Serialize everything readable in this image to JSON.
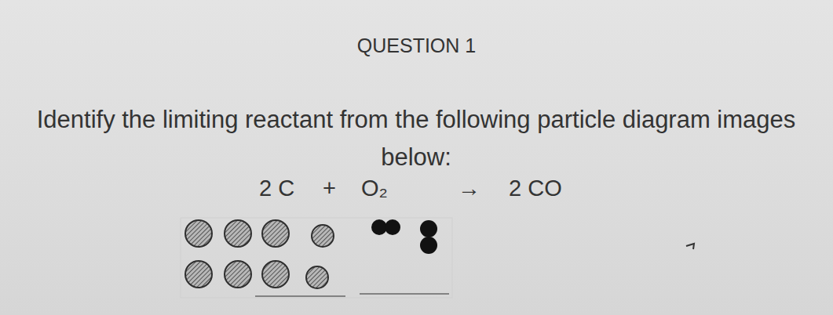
{
  "diagram": {
    "title": "QUESTION 1",
    "labels": [
      "Identify the limiting reactant from the following particle diagram images below:",
      "2 C",
      "+",
      "O₂",
      "→",
      "2 CO"
    ]
  }
}
